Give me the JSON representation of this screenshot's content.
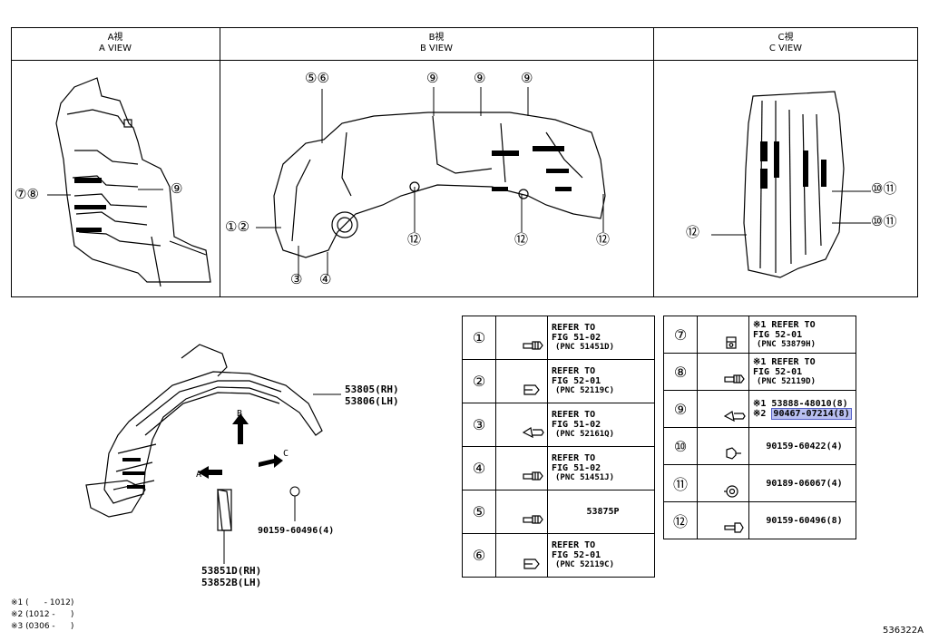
{
  "views": {
    "a": {
      "title_jp": "A視",
      "title_en": "A VIEW"
    },
    "b": {
      "title_jp": "B視",
      "title_en": "B VIEW"
    },
    "c": {
      "title_jp": "C視",
      "title_en": "C VIEW"
    }
  },
  "callouts": {
    "a_78": "⑦⑧",
    "a_9": "⑨",
    "b_56": "⑤⑥",
    "b_9a": "⑨",
    "b_9b": "⑨",
    "b_9c": "⑨",
    "b_12": "①②",
    "b_3": "③",
    "b_4": "④",
    "b_12a": "⑫",
    "b_12b": "⑫",
    "b_12c": "⑫",
    "c_1011a": "⑩⑪",
    "c_1011b": "⑩⑪",
    "c_12": "⑫"
  },
  "main": {
    "rh_label": "53805(RH)",
    "lh_label": "53806(LH)",
    "screw_label": "90159-60496(4)",
    "plate_rh": "53851D(RH)",
    "plate_lh": "53852B(LH)",
    "arrow_a": "A",
    "arrow_b": "B",
    "arrow_c": "C"
  },
  "table_left": [
    {
      "num": "①",
      "icon": "screw-clip-icon",
      "lines": [
        "REFER TO",
        "FIG 51-02"
      ],
      "pnc": "(PNC 51451D)"
    },
    {
      "num": "②",
      "icon": "u-nut-icon",
      "lines": [
        "REFER TO",
        "FIG 52-01"
      ],
      "pnc": "(PNC 52119C)"
    },
    {
      "num": "③",
      "icon": "push-clip-icon",
      "lines": [
        "REFER TO",
        "FIG 51-02"
      ],
      "pnc": "(PNC 52161Q)"
    },
    {
      "num": "④",
      "icon": "screw-clip-icon",
      "lines": [
        "REFER TO",
        "FIG 51-02"
      ],
      "pnc": "(PNC 51451J)"
    },
    {
      "num": "⑤",
      "icon": "screw-clip-icon",
      "lines": [
        "53875P"
      ],
      "pnc": ""
    },
    {
      "num": "⑥",
      "icon": "u-nut-icon",
      "lines": [
        "REFER TO",
        "FIG 52-01"
      ],
      "pnc": "(PNC 52119C)"
    }
  ],
  "table_right": [
    {
      "num": "⑦",
      "icon": "clip-icon",
      "lines": [
        "※1 REFER TO",
        "FIG 52-01"
      ],
      "pnc": "(PNC 53879H)"
    },
    {
      "num": "⑧",
      "icon": "screw-clip-icon",
      "lines": [
        "※1 REFER TO",
        "FIG 52-01"
      ],
      "pnc": "(PNC 52119D)"
    },
    {
      "num": "⑨",
      "icon": "push-clip-icon",
      "lines": [
        "※1 53888-48010(8)",
        "※2 90467-07214(8)"
      ],
      "pnc": ""
    },
    {
      "num": "⑩",
      "icon": "nut-icon",
      "lines": [
        "90159-60422(4)"
      ],
      "pnc": ""
    },
    {
      "num": "⑪",
      "icon": "grommet-icon",
      "lines": [
        "90189-06067(4)"
      ],
      "pnc": ""
    },
    {
      "num": "⑫",
      "icon": "screw-icon",
      "lines": [
        "90159-60496(8)"
      ],
      "pnc": ""
    }
  ],
  "notes": [
    "※1 (      - 1012)",
    "※2 (1012 -      )",
    "※3 (0306 -      )"
  ],
  "doc_id": "536322A"
}
